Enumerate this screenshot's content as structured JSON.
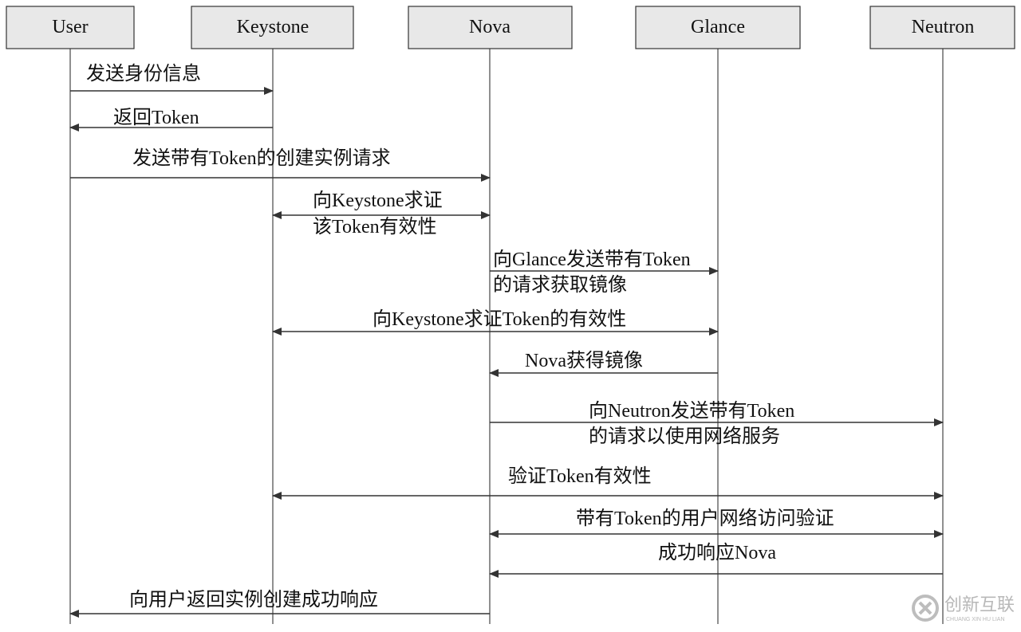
{
  "actors": [
    {
      "id": "user",
      "label": "User"
    },
    {
      "id": "keystone",
      "label": "Keystone"
    },
    {
      "id": "nova",
      "label": "Nova"
    },
    {
      "id": "glance",
      "label": "Glance"
    },
    {
      "id": "neutron",
      "label": "Neutron"
    }
  ],
  "messages": [
    {
      "from": "user",
      "to": "keystone",
      "type": "one-way",
      "lines": [
        "发送身份信息"
      ]
    },
    {
      "from": "keystone",
      "to": "user",
      "type": "one-way",
      "lines": [
        "返回Token"
      ]
    },
    {
      "from": "user",
      "to": "nova",
      "type": "one-way",
      "lines": [
        "发送带有Token的创建实例请求"
      ]
    },
    {
      "from": "keystone",
      "to": "nova",
      "type": "two-way",
      "lines": [
        "向Keystone求证",
        "该Token有效性"
      ]
    },
    {
      "from": "nova",
      "to": "glance",
      "type": "one-way",
      "lines": [
        "向Glance发送带有Token",
        "的请求获取镜像"
      ]
    },
    {
      "from": "keystone",
      "to": "glance",
      "type": "two-way",
      "lines": [
        "向Keystone求证Token的有效性"
      ]
    },
    {
      "from": "glance",
      "to": "nova",
      "type": "one-way",
      "lines": [
        "Nova获得镜像"
      ]
    },
    {
      "from": "nova",
      "to": "neutron",
      "type": "one-way",
      "lines": [
        "向Neutron发送带有Token",
        "的请求以使用网络服务"
      ]
    },
    {
      "from": "keystone",
      "to": "neutron",
      "type": "two-way",
      "lines": [
        "验证Token有效性"
      ]
    },
    {
      "from": "nova",
      "to": "neutron",
      "type": "two-way",
      "lines": [
        "带有Token的用户网络访问验证"
      ]
    },
    {
      "from": "neutron",
      "to": "nova",
      "type": "one-way",
      "lines": [
        "成功响应Nova"
      ]
    },
    {
      "from": "nova",
      "to": "user",
      "type": "one-way",
      "lines": [
        "向用户返回实例创建成功响应"
      ]
    }
  ],
  "watermark": {
    "brand": "创新互联",
    "pinyin": "CHUANG XIN HU LIAN"
  },
  "colors": {
    "box_fill": "#e8e8e8",
    "line": "#333333",
    "text": "#111111"
  }
}
